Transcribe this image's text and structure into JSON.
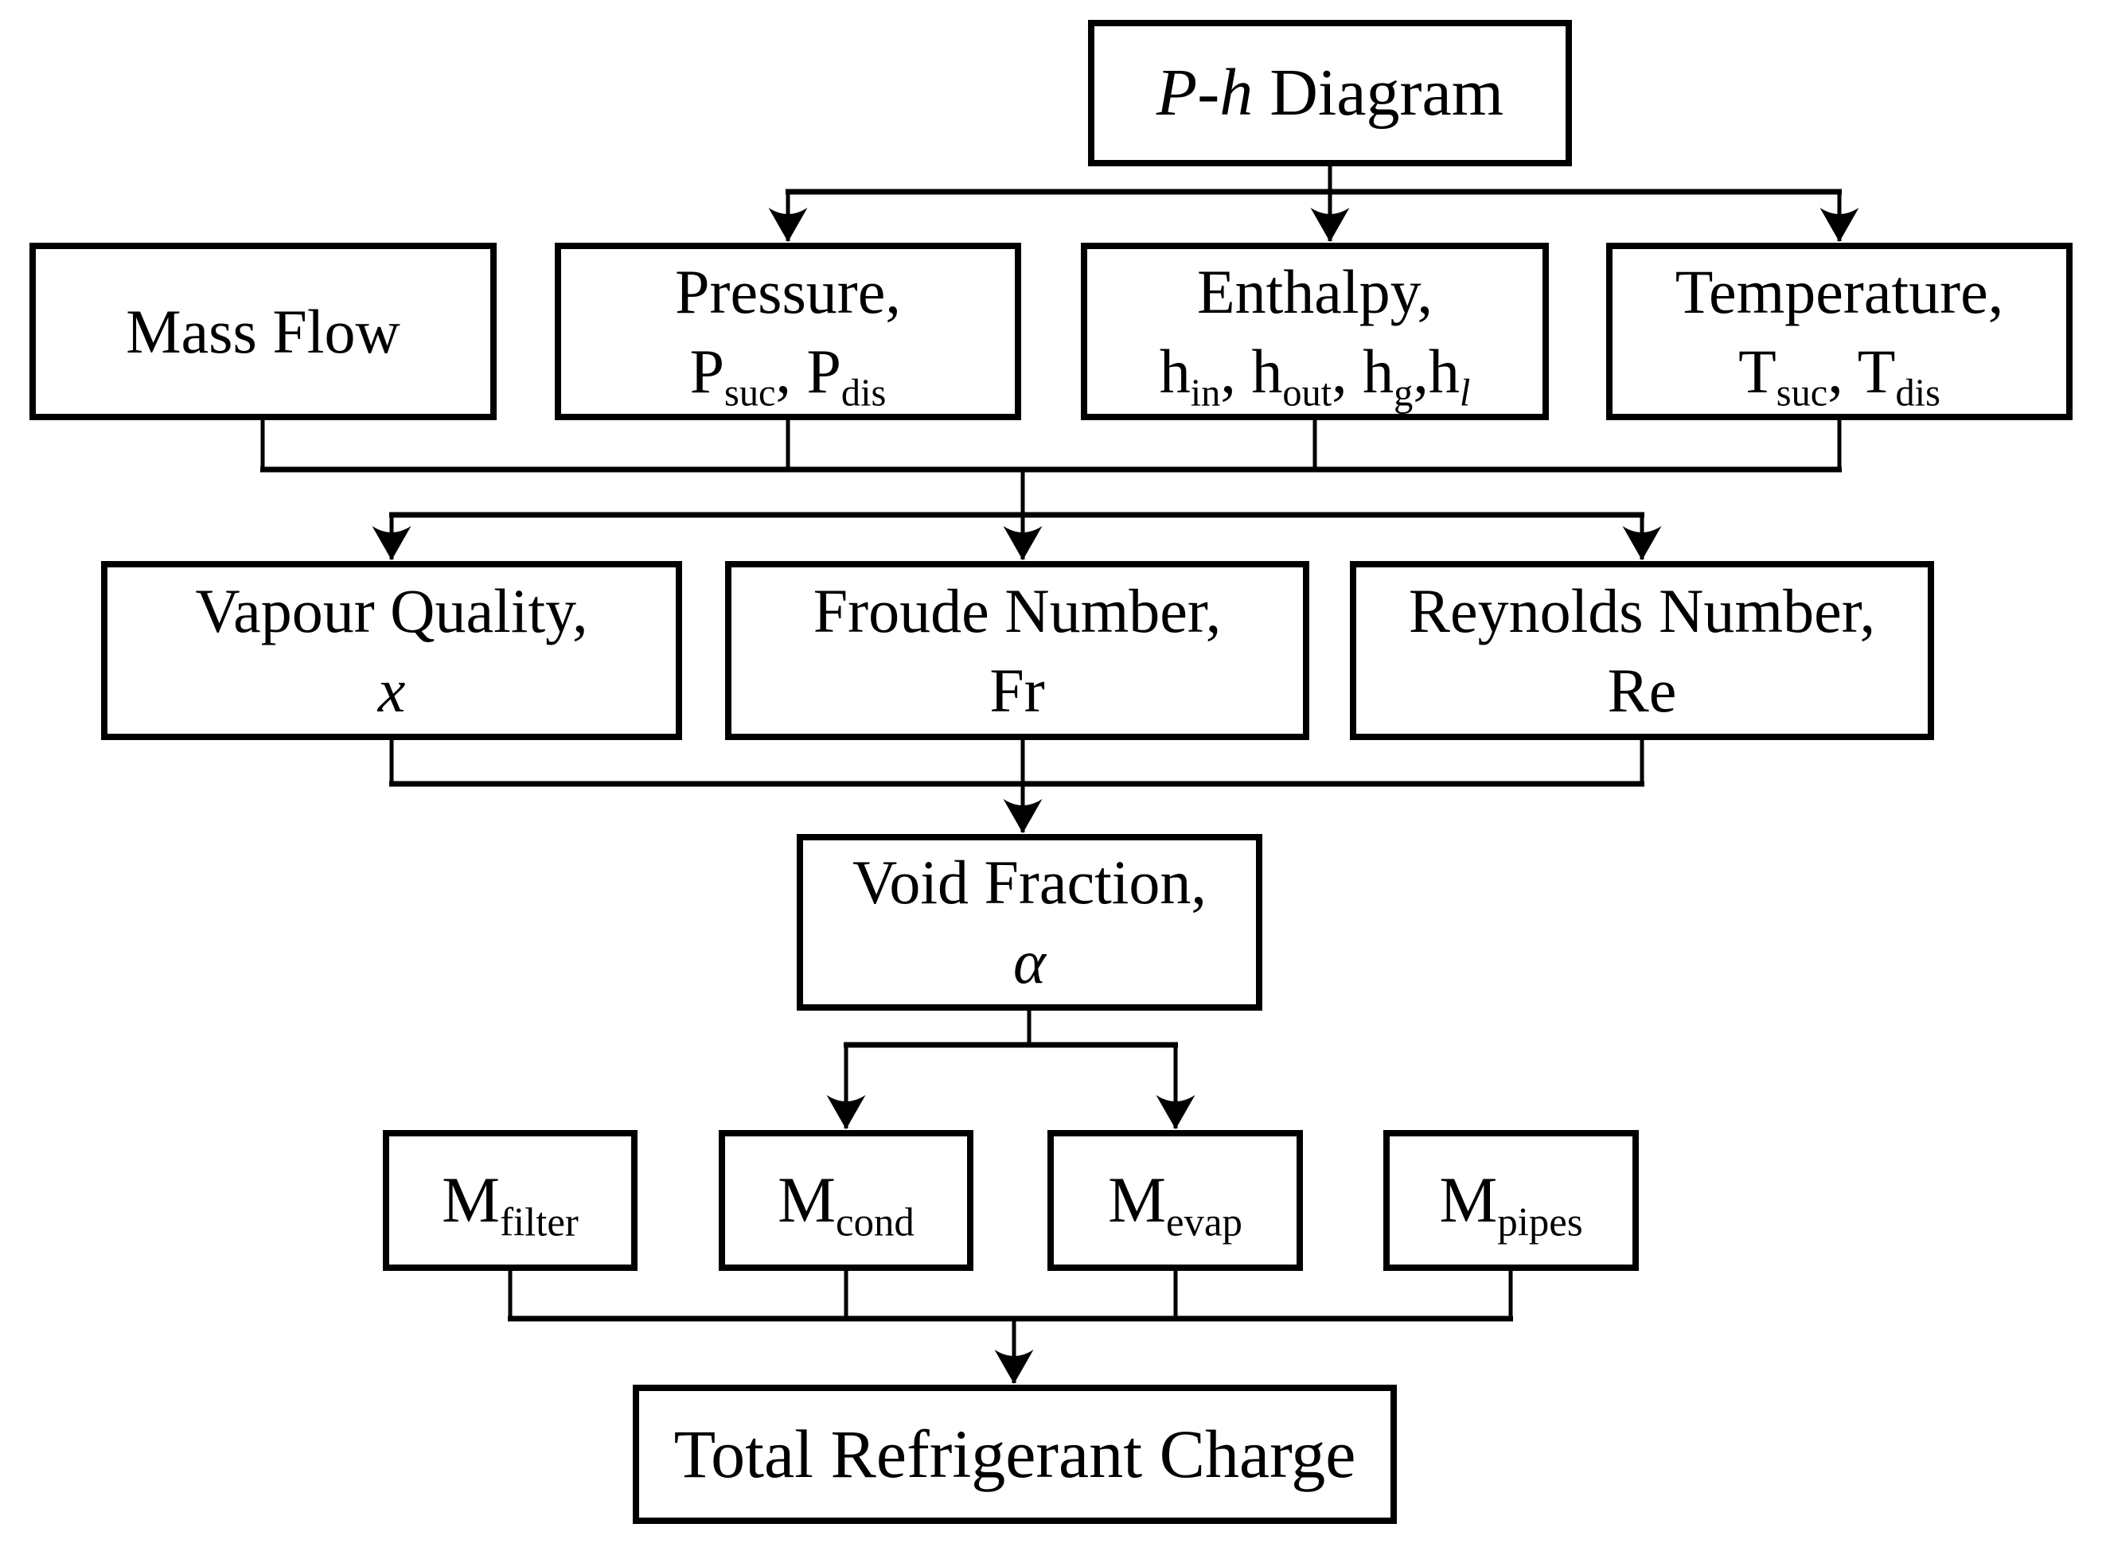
{
  "figure": {
    "type": "flowchart",
    "background": "#ffffff",
    "line_color": "#000000"
  },
  "boxes": {
    "ph_diagram": {
      "em": "P-h",
      "rest": " Diagram"
    },
    "mass_flow": {
      "label": "Mass Flow"
    },
    "pressure": {
      "line1": "Pressure,",
      "runs": [
        "P",
        "suc",
        ", P",
        "dis"
      ]
    },
    "enthalpy": {
      "line1": "Enthalpy,",
      "runs": [
        "h",
        "in",
        ", h",
        "out",
        ", h",
        "g",
        ",h",
        "l"
      ]
    },
    "temperature": {
      "line1": "Temperature,",
      "runs": [
        "T",
        "suc",
        ", T",
        "dis"
      ]
    },
    "vapour_quality": {
      "line1": "Vapour Quality,",
      "line2": "x"
    },
    "froude_number": {
      "line1": "Froude Number,",
      "line2": "Fr"
    },
    "reynolds_number": {
      "line1": "Reynolds Number,",
      "line2": "Re"
    },
    "void_fraction": {
      "line1": "Void Fraction,",
      "line2": "α"
    },
    "m_filter": {
      "base": "M",
      "sub": "filter"
    },
    "m_cond": {
      "base": "M",
      "sub": "cond"
    },
    "m_evap": {
      "base": "M",
      "sub": "evap"
    },
    "m_pipes": {
      "base": "M",
      "sub": "pipes"
    },
    "total_refrigerant_charge": {
      "label": "Total Refrigerant Charge"
    }
  },
  "edges": [
    {
      "from": [
        "ph_diagram"
      ],
      "to": [
        "pressure",
        "enthalpy",
        "temperature"
      ]
    },
    {
      "from": [
        "mass_flow",
        "pressure",
        "enthalpy",
        "temperature"
      ],
      "to": [
        "vapour_quality",
        "froude_number",
        "reynolds_number"
      ]
    },
    {
      "from": [
        "vapour_quality",
        "froude_number",
        "reynolds_number"
      ],
      "to": [
        "void_fraction"
      ]
    },
    {
      "from": [
        "void_fraction"
      ],
      "to": [
        "m_cond",
        "m_evap"
      ]
    },
    {
      "from": [
        "m_filter",
        "m_cond",
        "m_evap",
        "m_pipes"
      ],
      "to": [
        "total_refrigerant_charge"
      ]
    }
  ]
}
